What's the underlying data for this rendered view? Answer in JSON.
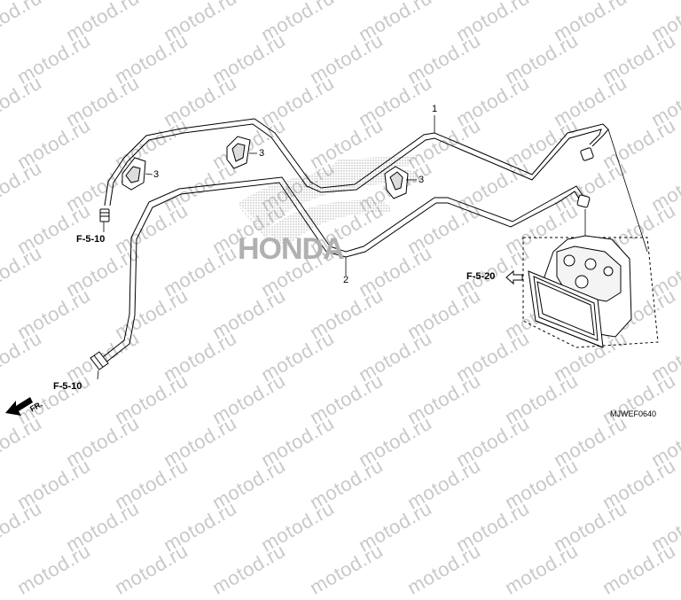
{
  "watermark": "motod.ru",
  "logo": {
    "text": "HONDA",
    "icon": "honda-wing-logo"
  },
  "callouts": {
    "pipe_1": "1",
    "pipe_2": "2",
    "clamp_a": "3",
    "clamp_b": "3",
    "clamp_c": "3"
  },
  "references": {
    "front_left": "F-5-10",
    "rear_left": "F-5-10",
    "modulator": "F-5-20"
  },
  "direction": {
    "label": "FR.",
    "icon": "front-arrow-icon"
  },
  "diagram_code": "MJWEF0640"
}
